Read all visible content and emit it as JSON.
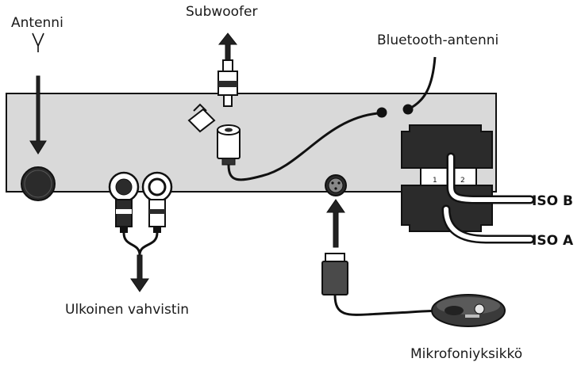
{
  "labels": {
    "antenna": "Antenni",
    "subwoofer": "Subwoofer",
    "bluetooth_antenna": "Bluetooth-antenni",
    "iso_b": "ISO B",
    "iso_a": "ISO A",
    "external_amplifier": "Ulkoinen vahvistin",
    "microphone_unit": "Mikrofoniyksikkö"
  },
  "iso_pins": [
    "1",
    "2"
  ],
  "colors": {
    "panel": "#d9d9d9",
    "outline": "#111111",
    "connector_dark": "#2b2b2b",
    "plug_white": "#ffffff",
    "background": "#ffffff"
  }
}
